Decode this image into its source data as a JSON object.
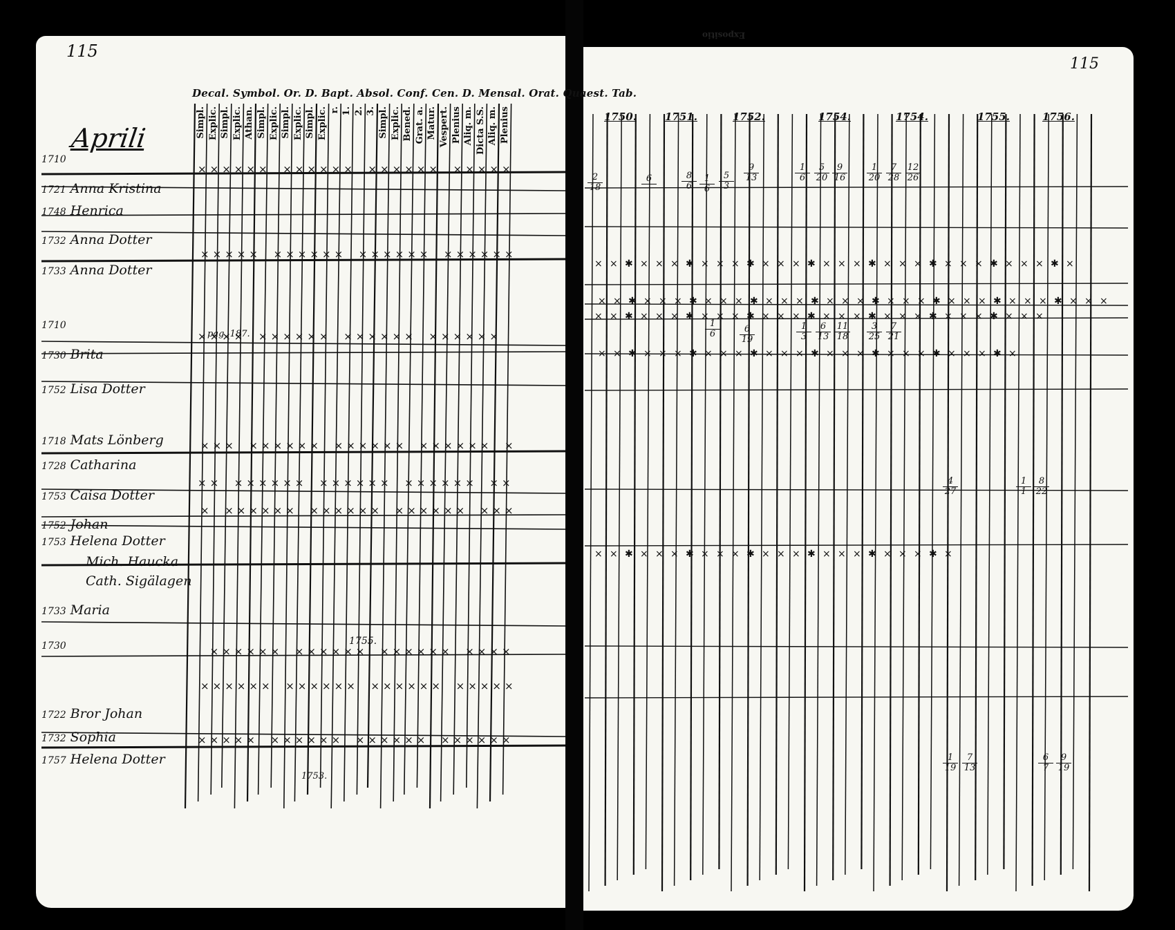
{
  "page_numbers": {
    "left": "115",
    "right": "115"
  },
  "spine_note": "Expositio",
  "month": "Aprili",
  "header_line": "Decal. Symbol. Or. D. Bapt. Absol. Conf. Cen. D. Mensal. Orat. Quaest. Tab.",
  "columns": [
    "Simpl.",
    "Explic.",
    "Simpl.",
    "Explic.",
    "Athan.",
    "Simpl.",
    "Explic.",
    "Simpl.",
    "Explic.",
    "Simpl.",
    "Explic.",
    "r.",
    "1.",
    "2.",
    "3.",
    "Simpl.",
    "Explic.",
    "Bened.",
    "Grat. a.",
    "Matur.",
    "Vespert.",
    "Plenius",
    "Aliq. m.",
    "Dicta S.S.",
    "Aliq. m.",
    "Plenius"
  ],
  "years": [
    "1750.",
    "1751.",
    "1752.",
    "1754.",
    "1754.",
    "1755.",
    "1756."
  ],
  "entries": [
    {
      "year": "1710",
      "name": ""
    },
    {
      "year": "1721",
      "name": "Anna Kristina"
    },
    {
      "year": "1748",
      "name": "Henrica"
    },
    {
      "year": "1732",
      "name": "Anna Dotter"
    },
    {
      "year": "1733",
      "name": "Anna Dotter"
    },
    {
      "year": "1710",
      "name": ""
    },
    {
      "year": "1730",
      "name": "Brita"
    },
    {
      "year": "1752",
      "name": "Lisa Dotter"
    },
    {
      "year": "1718",
      "name": "Mats Lönberg"
    },
    {
      "year": "1728",
      "name": "Catharina"
    },
    {
      "year": "1753",
      "name": "Caisa Dotter"
    },
    {
      "year": "1752",
      "name": "Johan"
    },
    {
      "year": "1753",
      "name": "Helena Dotter"
    },
    {
      "year": "",
      "name": "Mich. Haucka"
    },
    {
      "year": "",
      "name": "Cath. Sigälagen"
    },
    {
      "year": "1733",
      "name": "Maria"
    },
    {
      "year": "1730",
      "name": ""
    },
    {
      "year": "1722",
      "name": "Bror Johan"
    },
    {
      "year": "1732",
      "name": "Sophia"
    },
    {
      "year": "1757",
      "name": "Helena Dotter"
    }
  ],
  "margin_notes": [
    "pag. 187.",
    "1755.",
    "1753."
  ],
  "fractions": [
    {
      "n": "2",
      "d": "18"
    },
    {
      "n": "6",
      "d": ""
    },
    {
      "n": "8",
      "d": "6"
    },
    {
      "n": "1",
      "d": "6"
    },
    {
      "n": "5",
      "d": "3"
    },
    {
      "n": "9",
      "d": "13"
    },
    {
      "n": "1",
      "d": "6"
    },
    {
      "n": "5",
      "d": "20"
    },
    {
      "n": "9",
      "d": "16"
    },
    {
      "n": "1",
      "d": "20"
    },
    {
      "n": "7",
      "d": "28"
    },
    {
      "n": "12",
      "d": "26"
    },
    {
      "n": "1",
      "d": "6"
    },
    {
      "n": "6",
      "d": "19"
    },
    {
      "n": "1",
      "d": "3"
    },
    {
      "n": "6",
      "d": "13"
    },
    {
      "n": "11",
      "d": "18"
    },
    {
      "n": "3",
      "d": "25"
    },
    {
      "n": "7",
      "d": "21"
    },
    {
      "n": "4",
      "d": "27"
    },
    {
      "n": "1",
      "d": "1"
    },
    {
      "n": "8",
      "d": "22"
    },
    {
      "n": "1",
      "d": "19"
    },
    {
      "n": "7",
      "d": "13"
    },
    {
      "n": "6",
      "d": "7"
    },
    {
      "n": "9",
      "d": "19"
    }
  ]
}
